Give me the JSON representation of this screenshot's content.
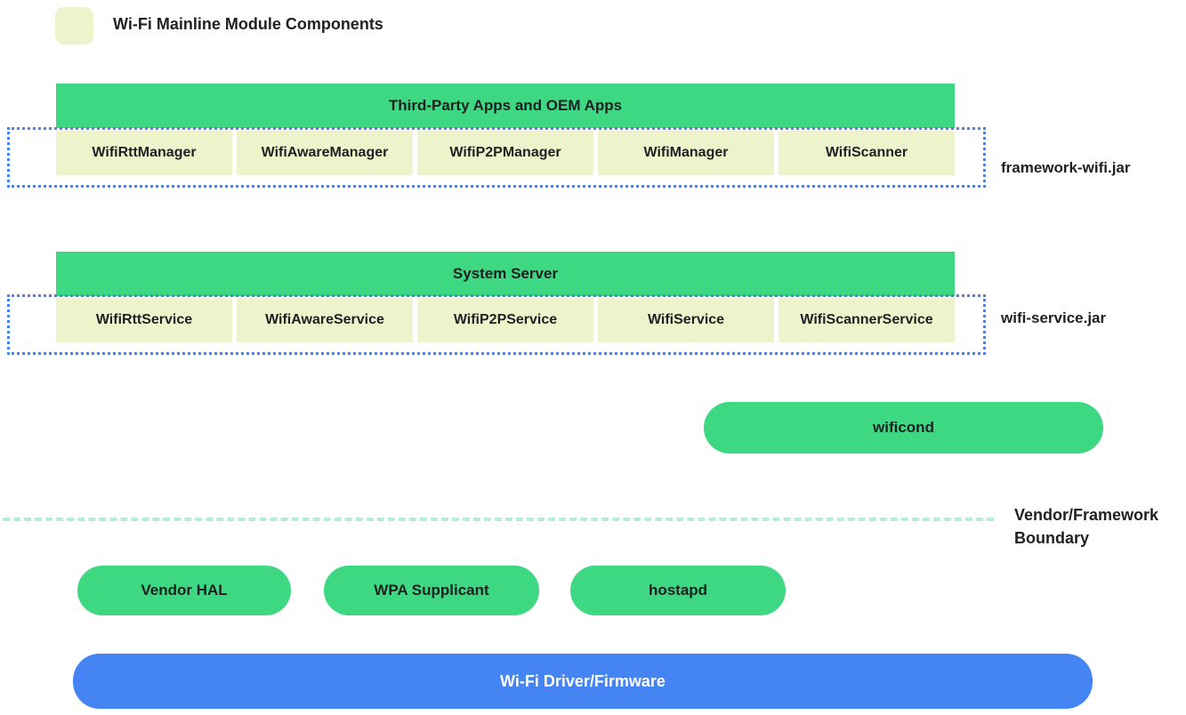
{
  "colors": {
    "green": "#3ed882",
    "light_yellow": "#edf3cb",
    "dotted_blue": "#4a82ec",
    "boundary_mint": "#b8ecd2",
    "driver_blue": "#4484f3",
    "text": "#1f2023",
    "driver_text": "#ffffff"
  },
  "legend": {
    "title": "Wi-Fi Mainline Module Components"
  },
  "sections": [
    {
      "header": "Third-Party Apps and OEM Apps",
      "boxes": [
        "WifiRttManager",
        "WifiAwareManager",
        "WifiP2PManager",
        "WifiManager",
        "WifiScanner"
      ],
      "side_label": "framework-wifi.jar"
    },
    {
      "header": "System Server",
      "boxes": [
        "WifiRttService",
        "WifiAwareService",
        "WifiP2PService",
        "WifiService",
        "WifiScannerService"
      ],
      "side_label": "wifi-service.jar"
    }
  ],
  "wificond": {
    "label": "wificond"
  },
  "boundary": {
    "label_line1": "Vendor/Framework",
    "label_line2": "Boundary"
  },
  "vendor_pills": [
    "Vendor HAL",
    "WPA Supplicant",
    "hostapd"
  ],
  "driver_bar": {
    "label": "Wi-Fi Driver/Firmware"
  }
}
